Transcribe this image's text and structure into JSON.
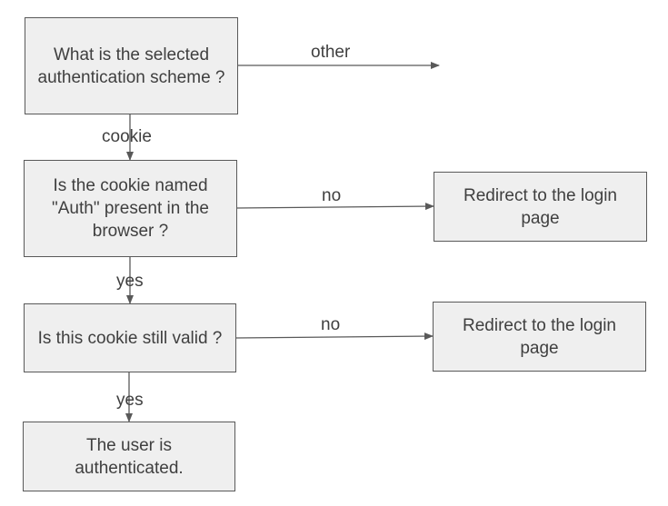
{
  "nodes": {
    "scheme": "What is the selected authentication scheme ?",
    "cookie_present": "Is the cookie named \"Auth\" present in the browser ?",
    "cookie_valid": "Is this cookie still valid ?",
    "authenticated": "The user is authenticated.",
    "redirect_1": "Redirect to the login page",
    "redirect_2": "Redirect to the login page"
  },
  "edges": {
    "scheme_other": "other",
    "scheme_cookie": "cookie",
    "present_no": "no",
    "present_yes": "yes",
    "valid_no": "no",
    "valid_yes": "yes"
  },
  "colors": {
    "node_fill": "#efefef",
    "node_border": "#595959",
    "line": "#595959",
    "text": "#3f3f3f"
  }
}
